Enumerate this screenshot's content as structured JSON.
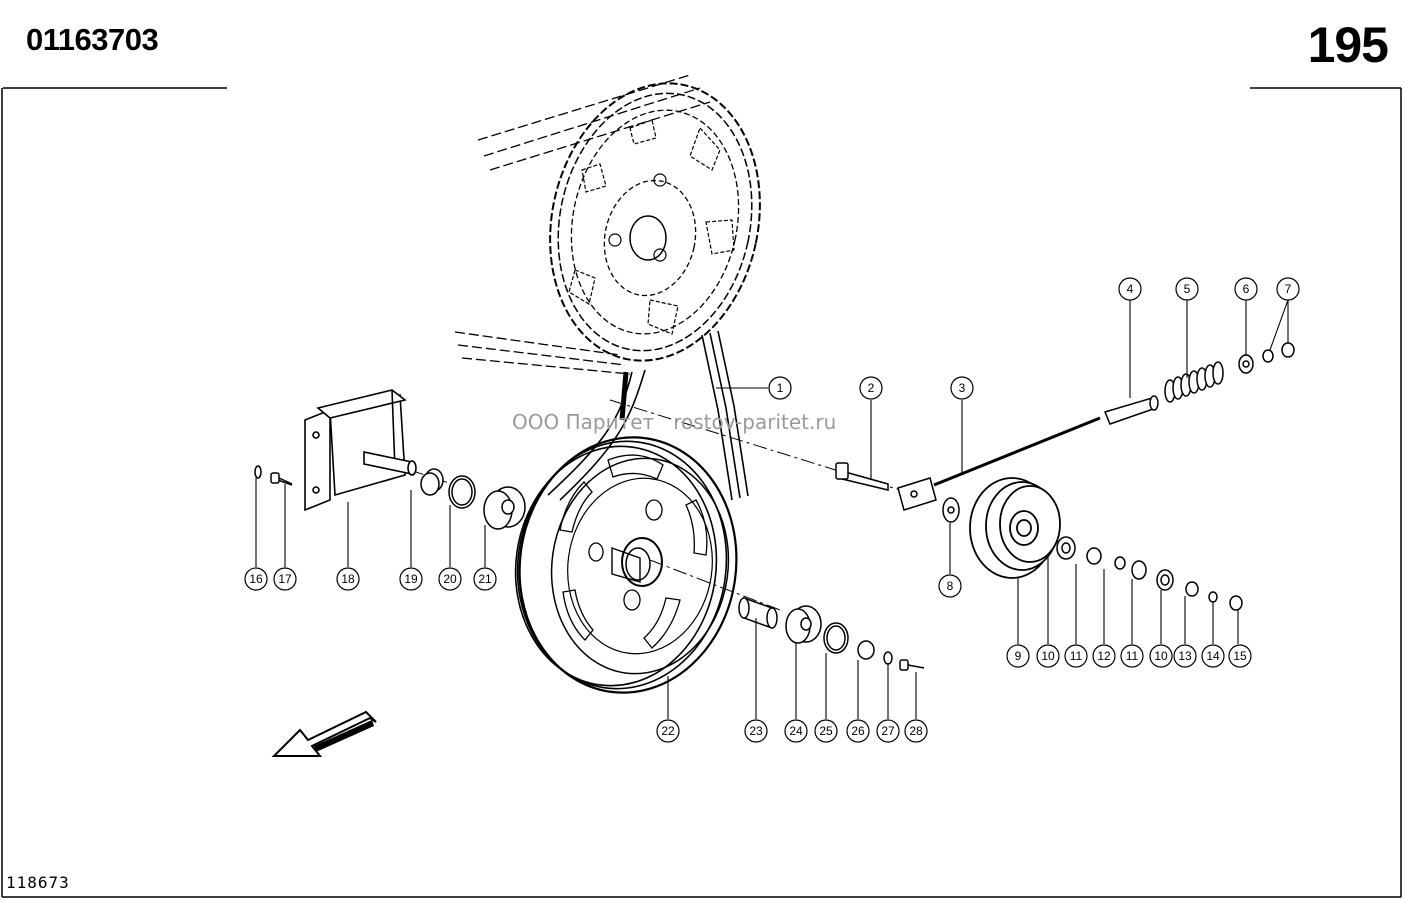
{
  "header": {
    "doc_number": "01163703",
    "page_number": "195"
  },
  "footer": {
    "figure_code": "118673"
  },
  "watermark": {
    "text": "ООО Паритет   rostov-paritet.ru"
  },
  "callouts": {
    "c1": "1",
    "c2": "2",
    "c3": "3",
    "c4": "4",
    "c5": "5",
    "c6": "6",
    "c7": "7",
    "c8": "8",
    "c9": "9",
    "c10a": "10",
    "c11a": "11",
    "c12": "12",
    "c11b": "11",
    "c10b": "10",
    "c13": "13",
    "c14": "14",
    "c15": "15",
    "c16": "16",
    "c17": "17",
    "c18": "18",
    "c19": "19",
    "c20": "20",
    "c21": "21",
    "c22": "22",
    "c23": "23",
    "c24": "24",
    "c25": "25",
    "c26": "26",
    "c27": "27",
    "c28": "28"
  },
  "icons": {
    "direction_arrow": "arrow-down-left-icon"
  }
}
